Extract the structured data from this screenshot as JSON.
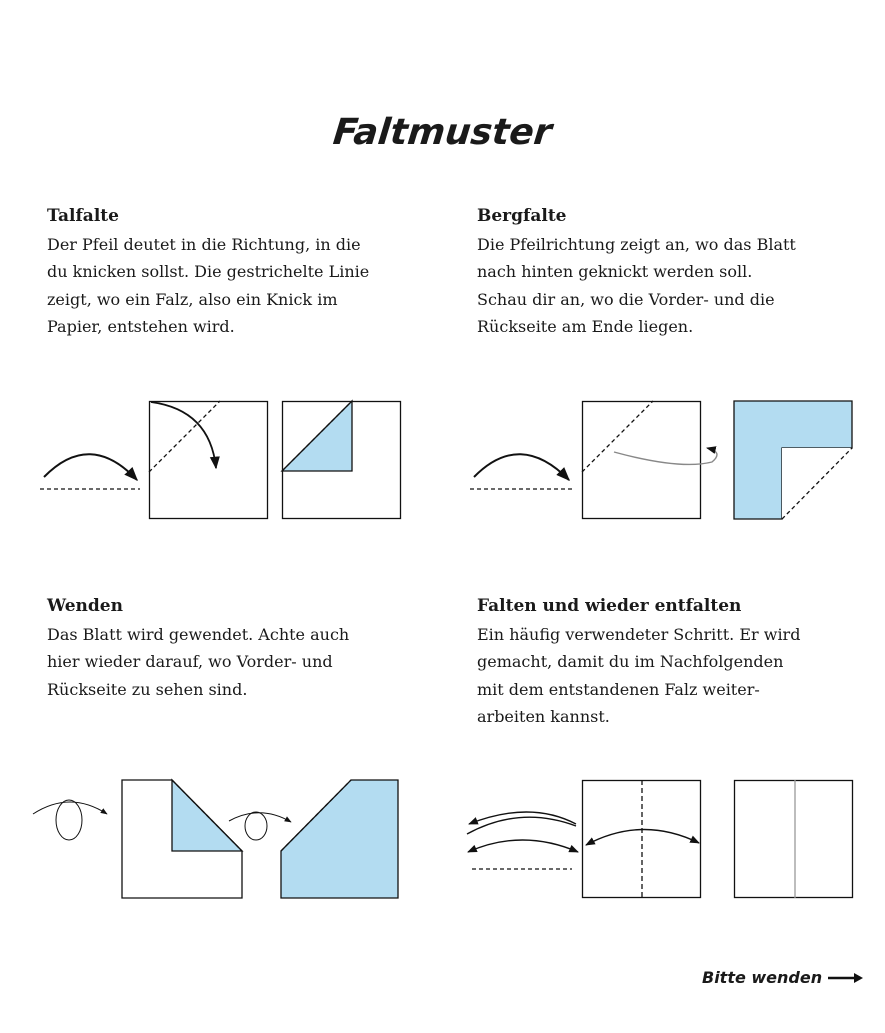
{
  "title": "Faltmuster",
  "sections": [
    {
      "heading": "Talfalte",
      "text": "Der Pfeil deutet in die Richtung, in die\ndu knicken sollst. Die gestrichelte Linie\nzeigt, wo ein Falz, also ein Knick im\nPapier, entstehen wird."
    },
    {
      "heading": "Bergfalte",
      "text": "Die Pfeilrichtung zeigt an, wo das Blatt\nnach hinten geknickt werden soll.\nSchau dir an, wo die Vorder- und die\nRückseite am Ende liegen."
    },
    {
      "heading": "Wenden",
      "text": "Das Blatt wird gewendet. Achte auch\nhier wieder darauf, wo Vorder- und\nRückseite zu sehen sind."
    },
    {
      "heading": "Falten und wieder entfalten",
      "text": "Ein häufig verwendeter Schritt. Er wird\ngemacht, damit du im Nachfolgenden\nmit dem entstandenen Falz weiter-\narbeiten kannst."
    }
  ],
  "footer": {
    "label": "Bitte wenden",
    "icon": "arrow-right-icon"
  },
  "colors": {
    "paper_back": "#b3dcf1",
    "line": "#111111"
  }
}
